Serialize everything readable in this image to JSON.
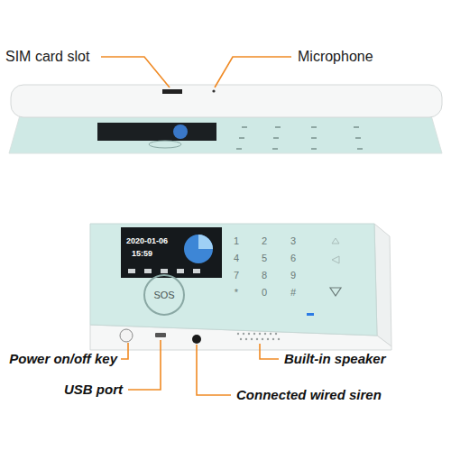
{
  "diagram": {
    "labels": [
      "SIM card slot",
      "Microphone",
      "2020-01-06",
      "15:59",
      "SOS",
      "1",
      "2",
      "3",
      "4",
      "5",
      "6",
      "7",
      "8",
      "9",
      "*",
      "0",
      "#",
      "Power on/off key",
      "USB port",
      "Built-in speaker",
      "Connected wired siren"
    ]
  }
}
